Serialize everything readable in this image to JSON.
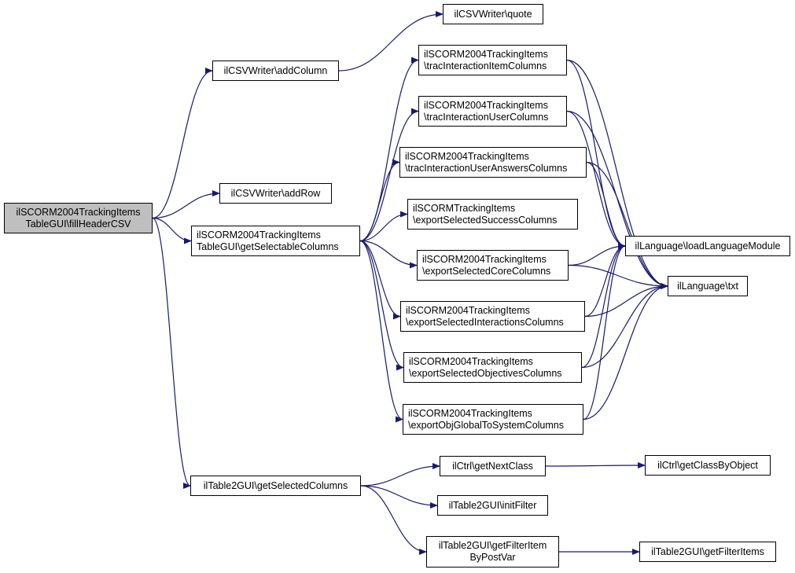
{
  "diagram": {
    "type": "call-graph",
    "root": "fillHeaderCSV",
    "colors": {
      "edge": "#191970",
      "root_fill": "#bfbfbf",
      "node_fill": "#ffffff",
      "border": "#000000"
    },
    "nodes": {
      "fillHeaderCSV": {
        "label": "ilSCORM2004TrackingItems\nTableGUI\\fillHeaderCSV"
      },
      "addColumn": {
        "label": "ilCSVWriter\\addColumn"
      },
      "quote": {
        "label": "ilCSVWriter\\quote"
      },
      "addRow": {
        "label": "ilCSVWriter\\addRow"
      },
      "getSelectableColumns": {
        "label": "ilSCORM2004TrackingItems\nTableGUI\\getSelectableColumns"
      },
      "tracInteractionItemColumns": {
        "label": "ilSCORM2004TrackingItems\n\\tracInteractionItemColumns"
      },
      "tracInteractionUserColumns": {
        "label": "ilSCORM2004TrackingItems\n\\tracInteractionUserColumns"
      },
      "tracInteractionUserAnswersColumns": {
        "label": "ilSCORM2004TrackingItems\n\\tracInteractionUserAnswersColumns"
      },
      "exportSelectedSuccessColumns": {
        "label": "ilSCORMTrackingItems\n\\exportSelectedSuccessColumns"
      },
      "exportSelectedCoreColumns": {
        "label": "ilSCORM2004TrackingItems\n\\exportSelectedCoreColumns"
      },
      "exportSelectedInteractionsColumns": {
        "label": "ilSCORM2004TrackingItems\n\\exportSelectedInteractionsColumns"
      },
      "exportSelectedObjectivesColumns": {
        "label": "ilSCORM2004TrackingItems\n\\exportSelectedObjectivesColumns"
      },
      "exportObjGlobalToSystemColumns": {
        "label": "ilSCORM2004TrackingItems\n\\exportObjGlobalToSystemColumns"
      },
      "loadLanguageModule": {
        "label": "ilLanguage\\loadLanguageModule"
      },
      "txt": {
        "label": "ilLanguage\\txt"
      },
      "getSelectedColumns": {
        "label": "ilTable2GUI\\getSelectedColumns"
      },
      "getNextClass": {
        "label": "ilCtrl\\getNextClass"
      },
      "getClassByObject": {
        "label": "ilCtrl\\getClassByObject"
      },
      "initFilter": {
        "label": "ilTable2GUI\\initFilter"
      },
      "getFilterItemByPostVar": {
        "label": "ilTable2GUI\\getFilterItem\nByPostVar"
      },
      "getFilterItems": {
        "label": "ilTable2GUI\\getFilterItems"
      }
    },
    "edges": [
      [
        "fillHeaderCSV",
        "addColumn"
      ],
      [
        "addColumn",
        "quote"
      ],
      [
        "fillHeaderCSV",
        "addRow"
      ],
      [
        "fillHeaderCSV",
        "getSelectableColumns"
      ],
      [
        "fillHeaderCSV",
        "getSelectedColumns"
      ],
      [
        "getSelectableColumns",
        "tracInteractionItemColumns"
      ],
      [
        "getSelectableColumns",
        "tracInteractionUserColumns"
      ],
      [
        "getSelectableColumns",
        "tracInteractionUserAnswersColumns"
      ],
      [
        "getSelectableColumns",
        "exportSelectedSuccessColumns"
      ],
      [
        "getSelectableColumns",
        "exportSelectedCoreColumns"
      ],
      [
        "getSelectableColumns",
        "exportSelectedInteractionsColumns"
      ],
      [
        "getSelectableColumns",
        "exportSelectedObjectivesColumns"
      ],
      [
        "getSelectableColumns",
        "exportObjGlobalToSystemColumns"
      ],
      [
        "tracInteractionItemColumns",
        "loadLanguageModule"
      ],
      [
        "tracInteractionItemColumns",
        "txt"
      ],
      [
        "tracInteractionUserColumns",
        "loadLanguageModule"
      ],
      [
        "tracInteractionUserColumns",
        "txt"
      ],
      [
        "tracInteractionUserAnswersColumns",
        "loadLanguageModule"
      ],
      [
        "tracInteractionUserAnswersColumns",
        "txt"
      ],
      [
        "exportSelectedCoreColumns",
        "loadLanguageModule"
      ],
      [
        "exportSelectedCoreColumns",
        "txt"
      ],
      [
        "exportSelectedInteractionsColumns",
        "loadLanguageModule"
      ],
      [
        "exportSelectedInteractionsColumns",
        "txt"
      ],
      [
        "exportSelectedObjectivesColumns",
        "loadLanguageModule"
      ],
      [
        "exportSelectedObjectivesColumns",
        "txt"
      ],
      [
        "exportObjGlobalToSystemColumns",
        "loadLanguageModule"
      ],
      [
        "exportObjGlobalToSystemColumns",
        "txt"
      ],
      [
        "getSelectedColumns",
        "getNextClass"
      ],
      [
        "getNextClass",
        "getClassByObject"
      ],
      [
        "getSelectedColumns",
        "initFilter"
      ],
      [
        "getSelectedColumns",
        "getFilterItemByPostVar"
      ],
      [
        "getFilterItemByPostVar",
        "getFilterItems"
      ]
    ]
  }
}
